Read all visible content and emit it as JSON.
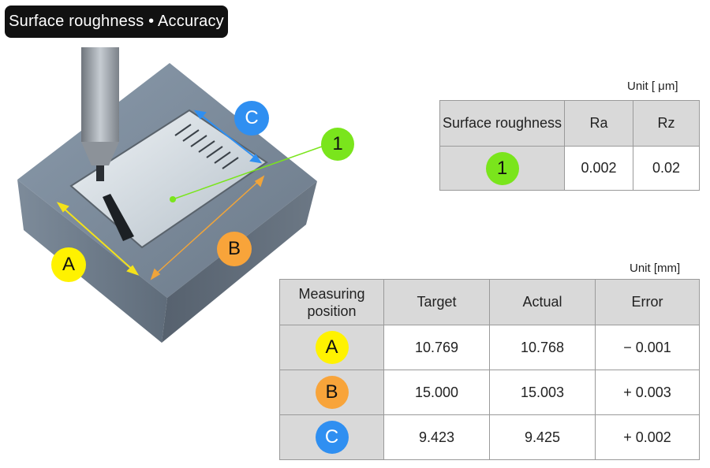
{
  "title": "Surface roughness • Accuracy",
  "photo": {
    "callouts": {
      "one": "1",
      "a": "A",
      "b": "B",
      "c": "C"
    }
  },
  "roughness": {
    "unit": "Unit [ μm]",
    "headers": [
      "Surface roughness",
      "Ra",
      "Rz"
    ],
    "rows": [
      {
        "marker": "1",
        "ra": "0.002",
        "rz": "0.02"
      }
    ]
  },
  "accuracy": {
    "unit": "Unit  [mm]",
    "headers": [
      "Measuring position",
      "Target",
      "Actual",
      "Error"
    ],
    "rows": [
      {
        "marker": "A",
        "target": "10.769",
        "actual": "10.768",
        "error": "− 0.001"
      },
      {
        "marker": "B",
        "target": "15.000",
        "actual": "15.003",
        "error": "+ 0.003"
      },
      {
        "marker": "C",
        "target": "9.423",
        "actual": "9.425",
        "error": "+ 0.002"
      }
    ]
  },
  "colors": {
    "marker_1": "#7ae51c",
    "marker_a": "#fff200",
    "marker_b": "#f8a43a",
    "marker_c": "#2f8ff1",
    "header_bg": "#d9d9d9",
    "title_bg": "#111111"
  }
}
